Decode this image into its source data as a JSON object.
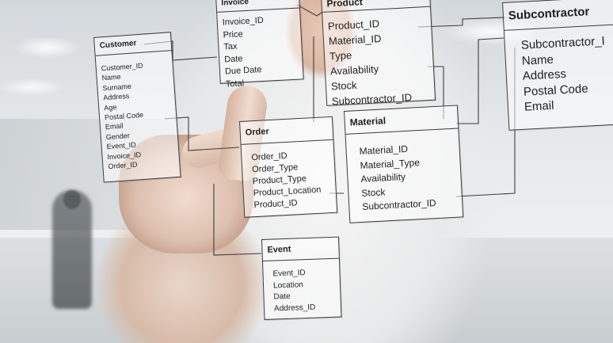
{
  "entities": {
    "customer": {
      "title": "Customer",
      "fields": [
        "Customer_ID",
        "Name",
        "Surname",
        "Address",
        "Age",
        "Postal Code",
        "Email",
        "Gender",
        "Event_ID",
        "Invoice_ID",
        "Order_ID"
      ]
    },
    "invoice": {
      "title": "Invoice",
      "fields": [
        "Invoice_ID",
        "Price",
        "Tax",
        "Date",
        "Due Date",
        "Total"
      ]
    },
    "product": {
      "title": "Product",
      "fields": [
        "Product_ID",
        "Material_ID",
        "Type",
        "Availability",
        "Stock",
        "Subcontractor_ID"
      ]
    },
    "subcontractor": {
      "title": "Subcontractor",
      "fields": [
        "Subcontractor_I",
        "Name",
        "Address",
        "Postal Code",
        "Email"
      ]
    },
    "order": {
      "title": "Order",
      "fields": [
        "Order_ID",
        "Order_Type",
        "Product_Type",
        "Product_Location",
        "Product_ID"
      ]
    },
    "material": {
      "title": "Material",
      "fields": [
        "Material_ID",
        "Material_Type",
        "Availability",
        "Stock",
        "Subcontractor_ID"
      ]
    },
    "event": {
      "title": "Event",
      "fields": [
        "Event_ID",
        "Location",
        "Date",
        "Address_ID"
      ]
    }
  }
}
